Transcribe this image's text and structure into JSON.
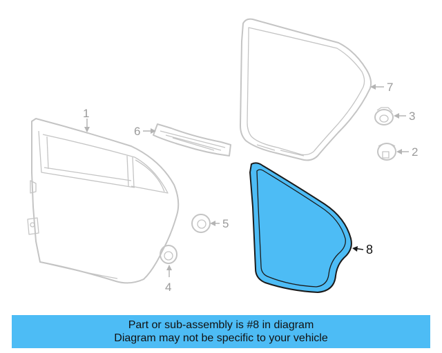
{
  "callouts": {
    "c1": "1",
    "c2": "2",
    "c3": "3",
    "c4": "4",
    "c5": "5",
    "c6": "6",
    "c7": "7",
    "c8": "8"
  },
  "highlight_color": "#4dbcf5",
  "banner": {
    "line1": "Part or sub-assembly is #8 in diagram",
    "line2": "Diagram may not be specific to your vehicle"
  }
}
